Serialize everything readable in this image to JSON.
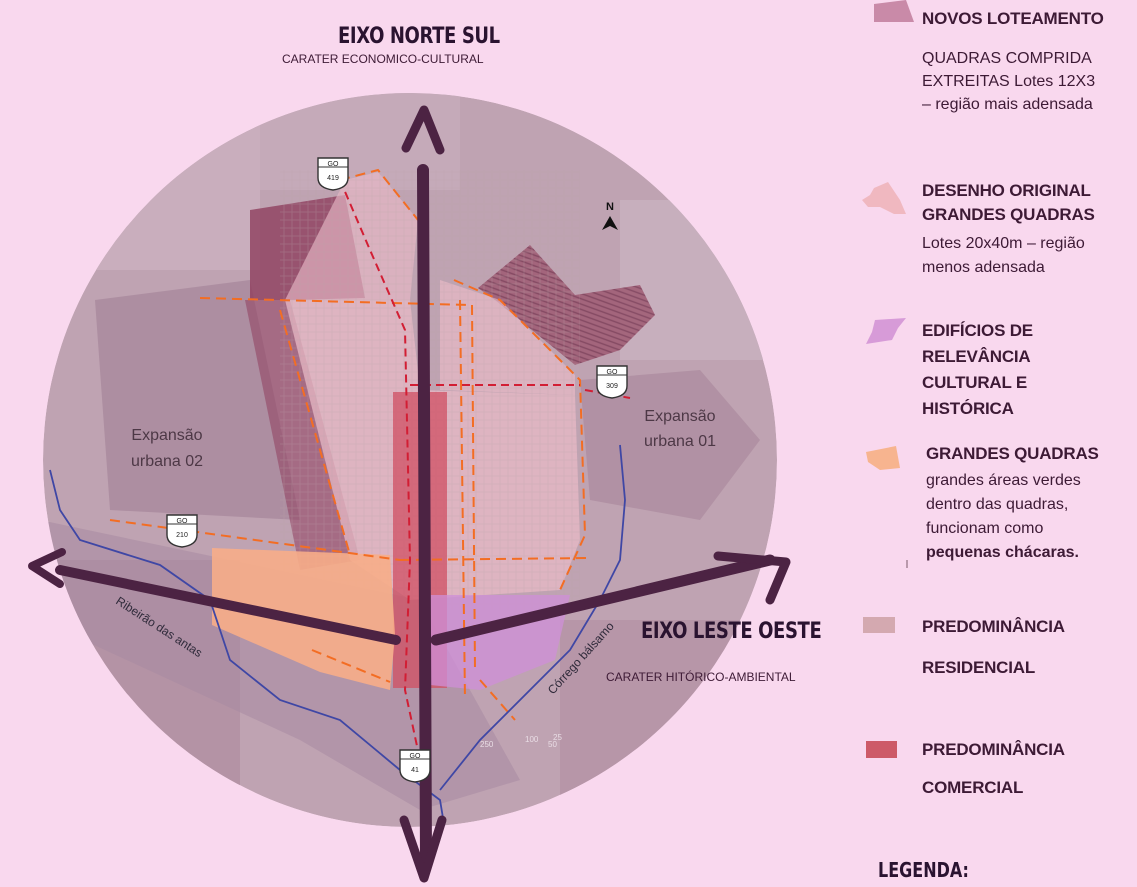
{
  "axes": {
    "north_south": {
      "title": "EIXO NORTE SUL",
      "subtitle": "CARATER ECONOMICO-CULTURAL"
    },
    "east_west": {
      "title": "EIXO LESTE OESTE",
      "subtitle": "CARATER HITÓRICO-AMBIENTAL"
    }
  },
  "map_labels": {
    "expansion_01_line1": "Expansão",
    "expansion_01_line2": "urbana 01",
    "expansion_02_line1": "Expansão",
    "expansion_02_line2": "urbana 02",
    "river_antas": "Ribeirão das antas",
    "creek_balsamo": "Córrego bálsamo",
    "north_symbol": "N",
    "scale_250": "250",
    "scale_100": "100",
    "scale_25": "25",
    "scale_50": "50"
  },
  "road_shields": [
    {
      "top": "GO",
      "bottom": "419"
    },
    {
      "top": "GO",
      "bottom": "309"
    },
    {
      "top": "GO",
      "bottom": "210"
    },
    {
      "top": "GO",
      "bottom": "41"
    }
  ],
  "legend": {
    "heading": "LEGENDA:",
    "items": [
      {
        "title": "NOVOS LOTEAMENTO",
        "desc_lines": [
          "QUADRAS COMPRIDA",
          "EXTREITAS Lotes 12X3",
          "– região mais adensada"
        ],
        "color": "#c98aa8"
      },
      {
        "title_lines": [
          "DESENHO ORIGINAL",
          "GRANDES QUADRAS"
        ],
        "desc_lines": [
          "Lotes 20x40m – região",
          "menos adensada"
        ],
        "color": "#f0b8c0"
      },
      {
        "title_lines": [
          "EDIFÍCIOS DE",
          "RELEVÂNCIA",
          "CULTURAL E",
          "HISTÓRICA"
        ],
        "color": "#d79bd8"
      },
      {
        "title": "GRANDES QUADRAS",
        "desc_lines": [
          "grandes áreas verdes",
          "dentro das quadras,",
          "funcionam como"
        ],
        "emph": "pequenas chácaras.",
        "color": "#f7b48f"
      },
      {
        "title_lines": [
          "PREDOMINÂNCIA",
          "RESIDENCIAL"
        ],
        "color": "#d4a9b0"
      },
      {
        "title_lines": [
          "PREDOMINÂNCIA",
          "COMERCIAL"
        ],
        "color": "#cd5a68"
      }
    ]
  }
}
